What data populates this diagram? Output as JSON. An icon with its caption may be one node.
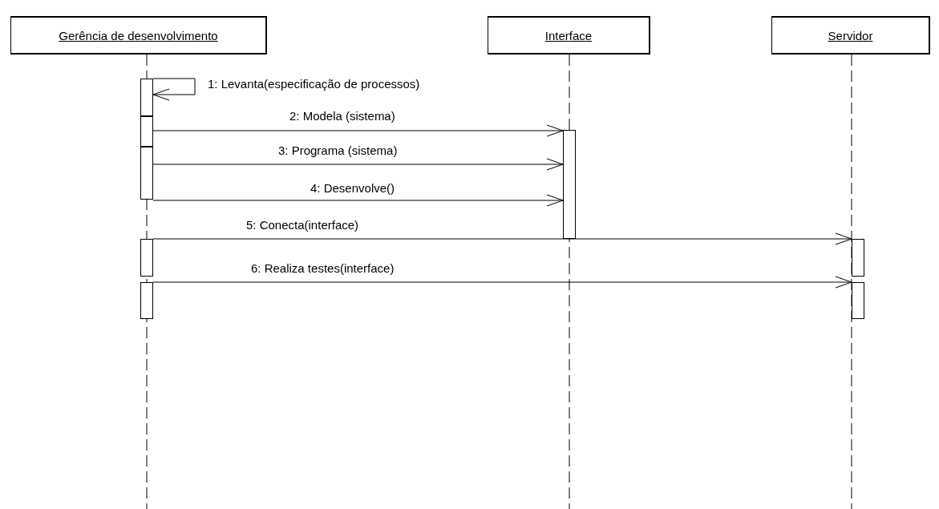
{
  "diagram": {
    "nodes": [
      {
        "text": [
          "Gerência de desenvolvimento"
        ]
      },
      {
        "text": [
          "Interface"
        ]
      },
      {
        "text": [
          "Servidor"
        ]
      },
      {
        "text": [],
        "shape": "bar"
      },
      {
        "text": [],
        "shape": "bar"
      },
      {
        "text": [],
        "shape": "bar"
      },
      {
        "text": [],
        "shape": "bar"
      },
      {
        "text": [],
        "shape": "bar"
      },
      {
        "text": [],
        "shape": "bar"
      },
      {
        "text": [],
        "shape": "bar"
      },
      {
        "text": [],
        "shape": "bar"
      }
    ],
    "edges": [
      {
        "from": 3,
        "to": 3,
        "arrow": "to",
        "label": "1: Levanta(especificação de processos)"
      },
      {
        "from": 4,
        "to": 6,
        "arrow": "to",
        "label": "2: Modela (sistema)"
      },
      {
        "from": 5,
        "to": 6,
        "arrow": "to",
        "label": "3: Programa (sistema)"
      },
      {
        "from": 5,
        "to": 6,
        "arrow": "to",
        "label": "4: Desenvolve()"
      },
      {
        "from": 7,
        "to": 9,
        "arrow": "to",
        "label": "5: Conecta(interface)"
      },
      {
        "from": 8,
        "to": 10,
        "arrow": "to",
        "label": "6: Realiza testes(interface)"
      }
    ]
  }
}
